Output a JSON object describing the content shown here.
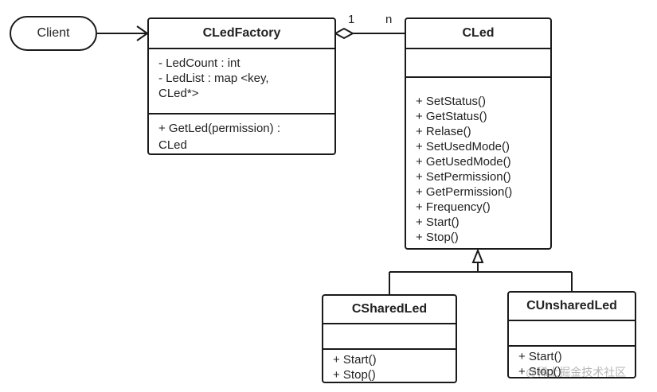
{
  "client": {
    "label": "Client"
  },
  "factory": {
    "name": "CLedFactory",
    "attributes": [
      "- LedCount : int",
      "- LedList :  map <key, CLed*>"
    ],
    "operations": [
      "+ GetLed(permission) : CLed"
    ]
  },
  "led": {
    "name": "CLed",
    "operations": [
      "+ SetStatus()",
      "+ GetStatus()",
      "+ Relase()",
      "+ SetUsedMode()",
      "+ GetUsedMode()",
      "+ SetPermission()",
      "+ GetPermission()",
      "+ Frequency()",
      "+ Start()",
      "+ Stop()"
    ]
  },
  "shared": {
    "name": "CSharedLed",
    "operations": [
      "+ Start()",
      "+ Stop()"
    ]
  },
  "unshared": {
    "name": "CUnsharedLed",
    "operations": [
      "+ Start()",
      "+ Stop()"
    ]
  },
  "association": {
    "mult_factory": "1",
    "mult_led": "n"
  },
  "watermark": "@稀土掘金技术社区"
}
